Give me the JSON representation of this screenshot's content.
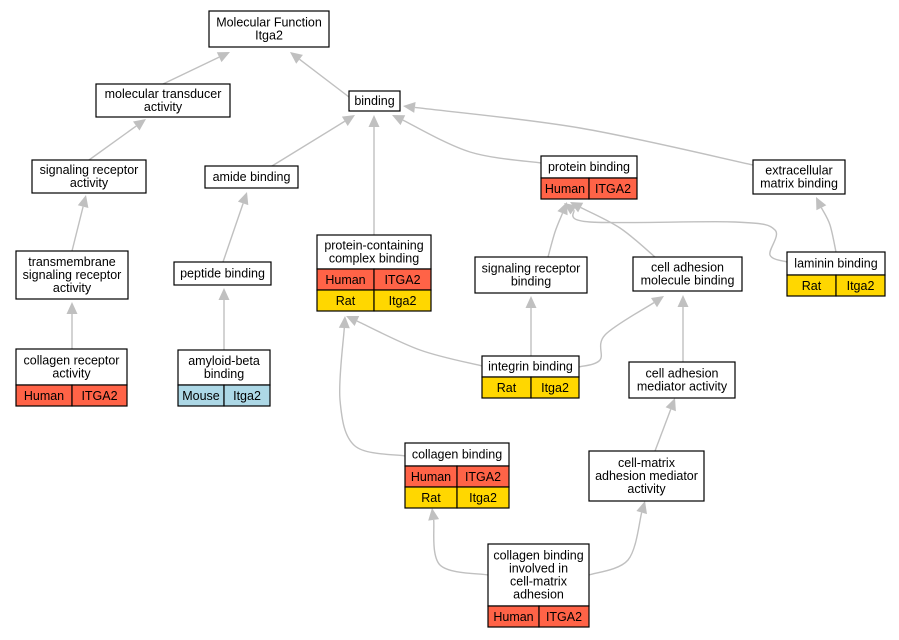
{
  "diagram": {
    "colors": {
      "human": "#ff6347",
      "rat": "#ffd700",
      "mouse": "#add8e6",
      "edge": "#c0c0c0"
    },
    "nodes": [
      {
        "id": "mf",
        "lines": [
          "Molecular Function",
          "Itga2"
        ],
        "annotations": []
      },
      {
        "id": "mta",
        "lines": [
          "molecular transducer",
          "activity"
        ],
        "annotations": []
      },
      {
        "id": "binding",
        "lines": [
          "binding"
        ],
        "annotations": []
      },
      {
        "id": "sra",
        "lines": [
          "signaling receptor",
          "activity"
        ],
        "annotations": []
      },
      {
        "id": "amide",
        "lines": [
          "amide binding"
        ],
        "annotations": []
      },
      {
        "id": "protein",
        "lines": [
          "protein binding"
        ],
        "annotations": [
          [
            "Human",
            "ITGA2"
          ]
        ]
      },
      {
        "id": "ecm",
        "lines": [
          "extracellular",
          "matrix binding"
        ],
        "annotations": []
      },
      {
        "id": "tsra",
        "lines": [
          "transmembrane",
          "signaling receptor",
          "activity"
        ],
        "annotations": []
      },
      {
        "id": "peptide",
        "lines": [
          "peptide binding"
        ],
        "annotations": []
      },
      {
        "id": "pcc",
        "lines": [
          "protein-containing",
          "complex binding"
        ],
        "annotations": [
          [
            "Human",
            "ITGA2"
          ],
          [
            "Rat",
            "Itga2"
          ]
        ]
      },
      {
        "id": "srb",
        "lines": [
          "signaling receptor",
          "binding"
        ],
        "annotations": []
      },
      {
        "id": "camb",
        "lines": [
          "cell adhesion",
          "molecule binding"
        ],
        "annotations": []
      },
      {
        "id": "laminin",
        "lines": [
          "laminin binding"
        ],
        "annotations": [
          [
            "Rat",
            "Itga2"
          ]
        ]
      },
      {
        "id": "cra",
        "lines": [
          "collagen receptor",
          "activity"
        ],
        "annotations": [
          [
            "Human",
            "ITGA2"
          ]
        ]
      },
      {
        "id": "abeta",
        "lines": [
          "amyloid-beta",
          "binding"
        ],
        "annotations": [
          [
            "Mouse",
            "Itga2"
          ]
        ]
      },
      {
        "id": "integrin",
        "lines": [
          "integrin binding"
        ],
        "annotations": [
          [
            "Rat",
            "Itga2"
          ]
        ]
      },
      {
        "id": "cama",
        "lines": [
          "cell adhesion",
          "mediator activity"
        ],
        "annotations": []
      },
      {
        "id": "collagen",
        "lines": [
          "collagen binding"
        ],
        "annotations": [
          [
            "Human",
            "ITGA2"
          ],
          [
            "Rat",
            "Itga2"
          ]
        ]
      },
      {
        "id": "cmama",
        "lines": [
          "cell-matrix",
          "adhesion mediator",
          "activity"
        ],
        "annotations": []
      },
      {
        "id": "cbcma",
        "lines": [
          "collagen binding",
          "involved in",
          "cell-matrix",
          "adhesion"
        ],
        "annotations": [
          [
            "Human",
            "ITGA2"
          ]
        ]
      }
    ],
    "edges": [
      {
        "from": "mta",
        "to": "mf"
      },
      {
        "from": "binding",
        "to": "mf"
      },
      {
        "from": "sra",
        "to": "mta"
      },
      {
        "from": "amide",
        "to": "binding"
      },
      {
        "from": "pcc",
        "to": "binding"
      },
      {
        "from": "protein",
        "to": "binding"
      },
      {
        "from": "ecm",
        "to": "binding"
      },
      {
        "from": "tsra",
        "to": "sra"
      },
      {
        "from": "peptide",
        "to": "amide"
      },
      {
        "from": "srb",
        "to": "protein"
      },
      {
        "from": "camb",
        "to": "protein"
      },
      {
        "from": "laminin",
        "to": "protein"
      },
      {
        "from": "laminin",
        "to": "ecm"
      },
      {
        "from": "cra",
        "to": "tsra"
      },
      {
        "from": "abeta",
        "to": "peptide"
      },
      {
        "from": "integrin",
        "to": "pcc"
      },
      {
        "from": "integrin",
        "to": "srb"
      },
      {
        "from": "integrin",
        "to": "camb"
      },
      {
        "from": "cama",
        "to": "camb"
      },
      {
        "from": "collagen",
        "to": "pcc"
      },
      {
        "from": "cmama",
        "to": "cama"
      },
      {
        "from": "cbcma",
        "to": "collagen"
      },
      {
        "from": "cbcma",
        "to": "cmama"
      }
    ]
  }
}
